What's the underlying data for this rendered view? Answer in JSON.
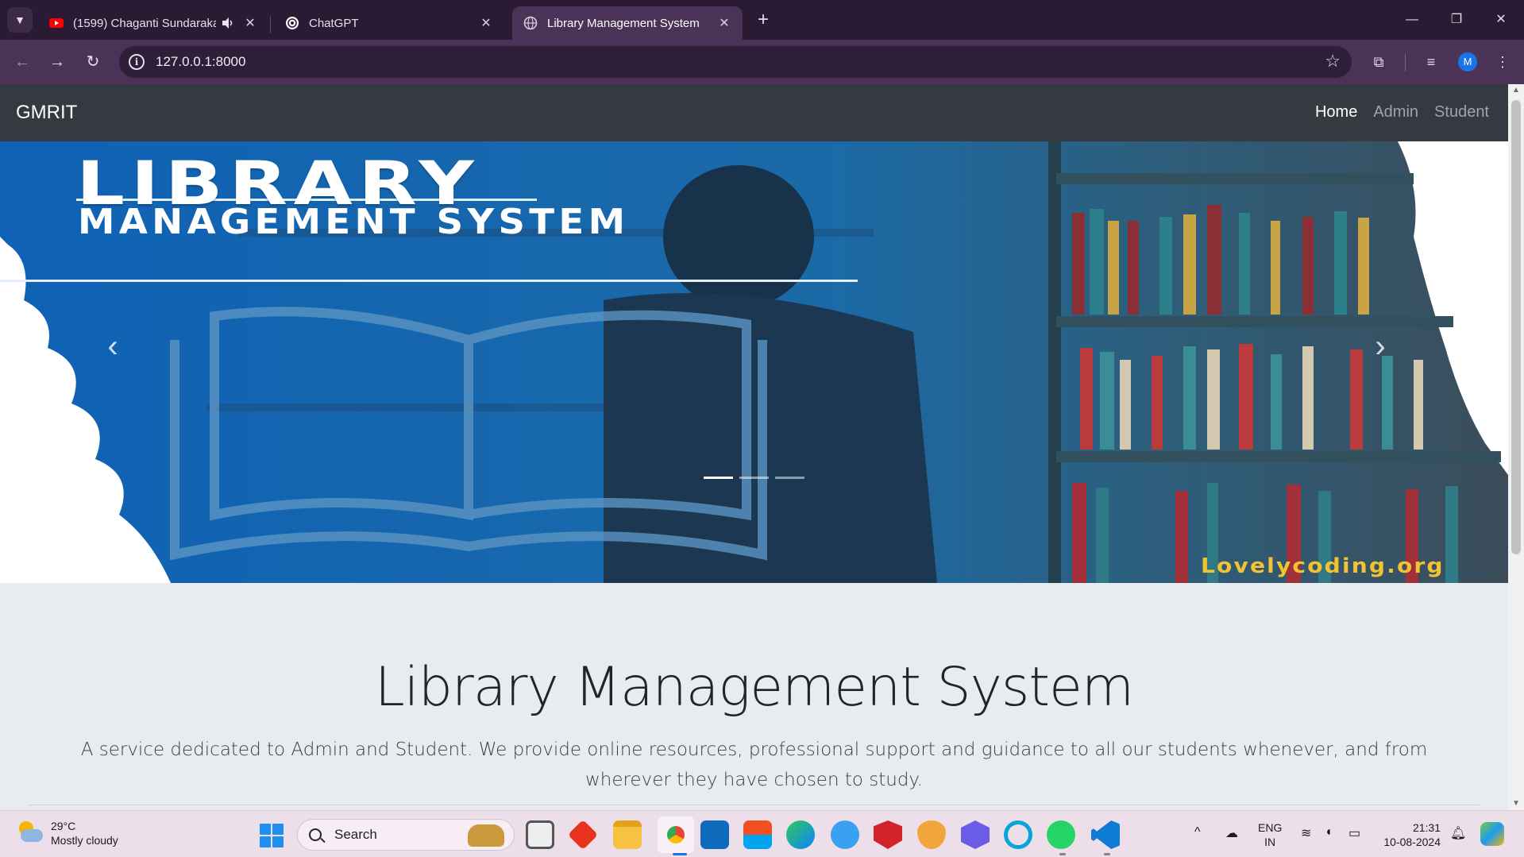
{
  "browser": {
    "tabs": [
      {
        "title": "(1599) Chaganti Sundarakar",
        "favicon": "youtube-icon",
        "audio": true,
        "active": false
      },
      {
        "title": "ChatGPT",
        "favicon": "chatgpt-icon",
        "audio": false,
        "active": false
      },
      {
        "title": "Library Management System",
        "favicon": "globe-icon",
        "audio": false,
        "active": true
      }
    ],
    "url": "127.0.0.1:8000",
    "profile_initial": "M"
  },
  "site": {
    "brand": "GMRIT",
    "nav": [
      {
        "label": "Home",
        "active": true
      },
      {
        "label": "Admin",
        "active": false
      },
      {
        "label": "Student",
        "active": false
      }
    ],
    "carousel": {
      "banner_title": "LIBRARY",
      "banner_subtitle": "MANAGEMENT SYSTEM",
      "watermark": "Lovelycoding.org",
      "slide_count": 3,
      "active_slide": 1
    },
    "jumbotron": {
      "heading": "Library Management System",
      "text": "A service dedicated to Admin and Student. We provide online resources, professional support and guidance to all our students whenever, and from wherever they have chosen to study."
    }
  },
  "taskbar": {
    "weather": {
      "temp": "29°C",
      "condition": "Mostly cloudy"
    },
    "search_label": "Search",
    "language": {
      "line1": "ENG",
      "line2": "IN"
    },
    "clock": {
      "time": "21:31",
      "date": "10-08-2024"
    }
  },
  "colors": {
    "navbar": "#343a40",
    "jumbotron_bg": "#e9ecef",
    "banner_blue": "#1565a8",
    "tab_strip": "#2a1a33"
  }
}
